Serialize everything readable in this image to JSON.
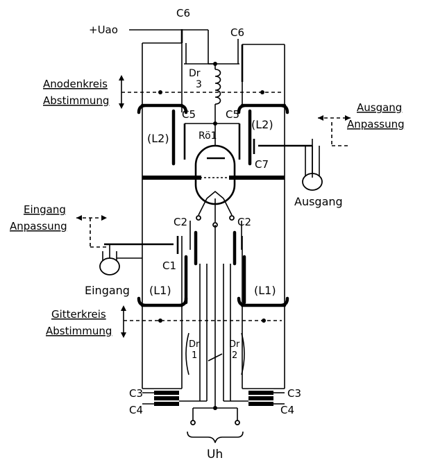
{
  "labels": {
    "supply": "+Uao",
    "c6_top": "C6",
    "c6_right": "C6",
    "dr3_a": "Dr",
    "dr3_b": "3",
    "anodenkreis": "Anodenkreis",
    "abstimmung_top": "Abstimmung",
    "c5_left": "C5",
    "c5_right": "C5",
    "roehre": "Rö1",
    "l2_left": "(L2)",
    "l2_right": "(L2)",
    "c7": "C7",
    "ausgang_anp": "Ausgang",
    "anpassung_right": "Anpassung",
    "ausgang": "Ausgang",
    "eingang_anp": "Eingang",
    "anpassung_left": "Anpassung",
    "c2_left": "C2",
    "c2_right": "C2",
    "c1": "C1",
    "eingang": "Eingang",
    "l1_left": "(L1)",
    "l1_right": "(L1)",
    "gitterkreis": "Gitterkreis",
    "abstimmung_bottom": "Abstimmung",
    "dr1_a": "Dr",
    "dr1_b": "1",
    "dr2_a": "Dr",
    "dr2_b": "2",
    "c3_left": "C3",
    "c3_right": "C3",
    "c4_left": "C4",
    "c4_right": "C4",
    "uh": "Uh"
  }
}
